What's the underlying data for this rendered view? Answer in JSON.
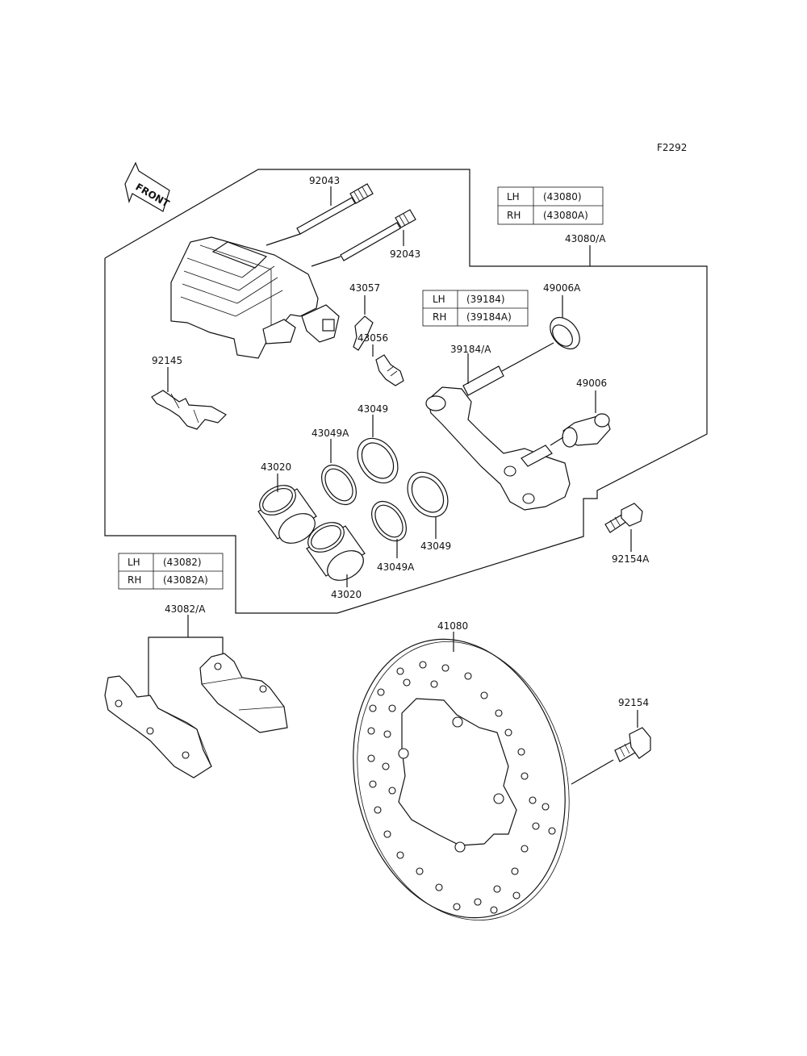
{
  "diagram_code": "F2292",
  "front_label": "FRONT",
  "parts": {
    "p92043a": "92043",
    "p92043b": "92043",
    "p43057": "43057",
    "p43056": "43056",
    "p92145": "92145",
    "p43049a": "43049",
    "p43049Aa": "43049A",
    "p43020a": "43020",
    "p43049b": "43049",
    "p43049Ab": "43049A",
    "p43020b": "43020",
    "p43080A": "43080/A",
    "p49006A": "49006A",
    "p39184A": "39184/A",
    "p49006": "49006",
    "p92154A": "92154A",
    "p43082A": "43082/A",
    "p41080": "41080",
    "p92154": "92154"
  },
  "tables": {
    "caliper": {
      "rows": [
        {
          "side": "LH",
          "part": "(43080)"
        },
        {
          "side": "RH",
          "part": "(43080A)"
        }
      ]
    },
    "bracket": {
      "rows": [
        {
          "side": "LH",
          "part": "(39184)"
        },
        {
          "side": "RH",
          "part": "(39184A)"
        }
      ]
    },
    "pads": {
      "rows": [
        {
          "side": "LH",
          "part": "(43082)"
        },
        {
          "side": "RH",
          "part": "(43082A)"
        }
      ]
    }
  }
}
